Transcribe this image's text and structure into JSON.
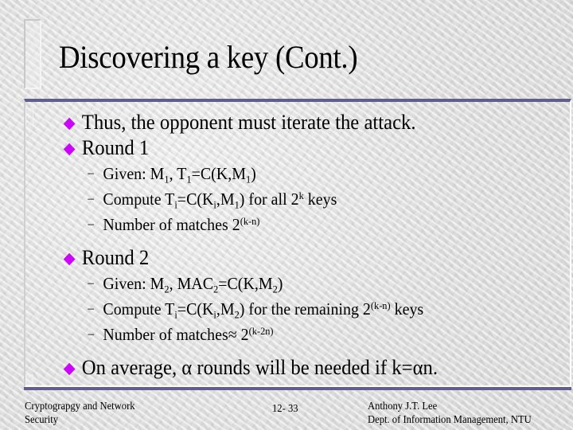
{
  "slide": {
    "title": "Discovering a key (Cont.)",
    "accent_color": "#5f5f8f",
    "bullet_color": "#cc00ff",
    "bullet_icon": "diamond-bullet-icon",
    "sub_bullet_icon": "dash",
    "items": [
      {
        "level": 1,
        "text": "Thus, the opponent must iterate the attack."
      },
      {
        "level": 1,
        "text": "Round 1"
      },
      {
        "level": 2,
        "parts": [
          "Given: M",
          "1",
          ", T",
          "1",
          "=C(K,M",
          "1",
          ")"
        ]
      },
      {
        "level": 2,
        "parts": [
          "Compute T",
          "i",
          "=C(K",
          "i",
          ",M",
          "1",
          ") for all 2",
          "k",
          " keys"
        ]
      },
      {
        "level": 2,
        "parts": [
          "Number of matches 2",
          "(k-n)"
        ]
      },
      {
        "level": 1,
        "text": "Round 2"
      },
      {
        "level": 2,
        "parts": [
          "Given: M",
          "2",
          ", MAC",
          "2",
          "=C(K,M",
          "2",
          ")"
        ]
      },
      {
        "level": 2,
        "parts": [
          "Compute T",
          "i",
          "=C(K",
          "i",
          ",M",
          "2",
          ") for the remaining 2",
          "(k-n)",
          " keys"
        ]
      },
      {
        "level": 2,
        "parts": [
          "Number of matches≈ 2",
          "(k-2n)"
        ]
      },
      {
        "level": 1,
        "text": "On average, α rounds will be needed if k=αn."
      }
    ]
  },
  "footer": {
    "course_line1": "Cryptograpgy and Network",
    "course_line2": "Security",
    "page_number": "12- 33",
    "author": "Anthony J.T. Lee",
    "department": "Dept. of Information Management, NTU"
  }
}
